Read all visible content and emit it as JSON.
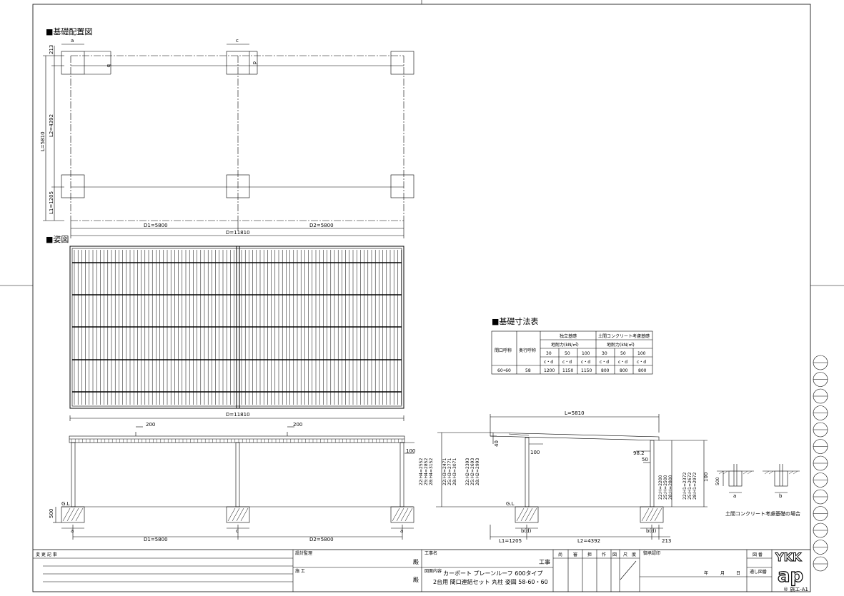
{
  "sections": {
    "foundation_layout": "■基礎配置図",
    "elevation": "■姿図",
    "foundation_table": "■基礎寸法表"
  },
  "plan": {
    "a": "a",
    "b": "b",
    "c": "c",
    "d": "d",
    "dim_213": "213",
    "L": "L=5810",
    "L2": "L2=4392",
    "L1": "L1=1205",
    "D1": "D1=5800",
    "D2": "D2=5800",
    "D": "D=11810"
  },
  "elevation": {
    "D": "D=11810",
    "offset_left": "200",
    "offset_right": "200",
    "gap_100": "100",
    "GL": "G.L",
    "depth_500": "500",
    "D1": "D1=5800",
    "D2": "D2=5800",
    "a": "a",
    "c": "c",
    "h_front": [
      "22:H4=2552",
      "25:H4=2852",
      "28:H4=3152"
    ],
    "h_mid": [
      "22:H3=2471",
      "25:H3=2771",
      "28:H3=3071"
    ],
    "h_back": [
      "22:H2=2393",
      "25:H2=2693",
      "28:H2=2993"
    ]
  },
  "side": {
    "L": "L=5810",
    "d40": "40",
    "d100": "100",
    "d98": "98.2",
    "d50": "50",
    "h_rear": [
      "22:H=2200",
      "25:H=2500",
      "28:H=2800"
    ],
    "h_rear2": [
      "22:H1=2372",
      "25:H1=2672",
      "28:H1=2972"
    ],
    "d100r": "100",
    "GL": "G.L",
    "bd": "b(d)",
    "L1": "L1=1205",
    "L2": "L2=4392",
    "d213": "213"
  },
  "doma": {
    "depth": "500",
    "a": "a",
    "b": "b",
    "caption": "土間コンクリート考慮基礎の場合"
  },
  "table": {
    "h_span": "間口呼称",
    "h_depth": "奥行呼称",
    "h_indep": "独立基礎",
    "h_doma": "土間コンクリート考慮基礎",
    "h_bearing": "地耐力(kN/㎡)",
    "bearing": [
      "30",
      "50",
      "100",
      "30",
      "50",
      "100"
    ],
    "cd": "c・d",
    "row": {
      "span": "60•60",
      "depth": "58",
      "values": [
        "1200",
        "1150",
        "1150",
        "800",
        "800",
        "800"
      ]
    }
  },
  "titleblock": {
    "change_log": "変 更 記 事",
    "design": "設計監理",
    "construction": "施 工",
    "dono": "殿",
    "project": "工事名",
    "koji": "工事",
    "drawing_content": "図面内容",
    "title1": "カーポート プレーンルーフ 600タイプ",
    "title2": "2台用 間口連結セット 丸柱 姿図 58-60・60",
    "approvals": [
      "尚",
      "審",
      "担",
      "作",
      "図",
      "尺",
      "度"
    ],
    "reject_stamp": "御承認印",
    "ymd": [
      "年",
      "月",
      "日"
    ],
    "drawing_no": "図 番",
    "serial_no": "通し図番",
    "logo": "YKK ap",
    "code": "® 施エ-A1"
  }
}
